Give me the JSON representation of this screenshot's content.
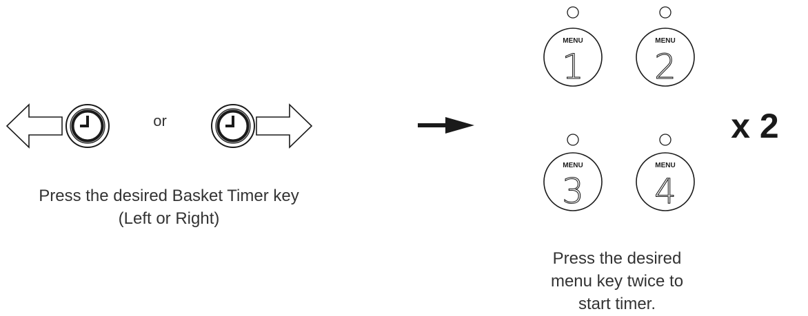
{
  "left_panel": {
    "or_text": "or",
    "caption_line1": "Press the desired Basket Timer key",
    "caption_line2": "(Left or Right)"
  },
  "menu_keys": [
    {
      "label": "MENU",
      "number": "1"
    },
    {
      "label": "MENU",
      "number": "2"
    },
    {
      "label": "MENU",
      "number": "3"
    },
    {
      "label": "MENU",
      "number": "4"
    }
  ],
  "multiplier": "x 2",
  "right_caption": {
    "line1": "Press the desired",
    "line2": "menu key twice to",
    "line3": "start timer."
  },
  "colors": {
    "stroke": "#1a1a1a",
    "ring_fill": "#bdbdbd",
    "text": "#333333"
  }
}
